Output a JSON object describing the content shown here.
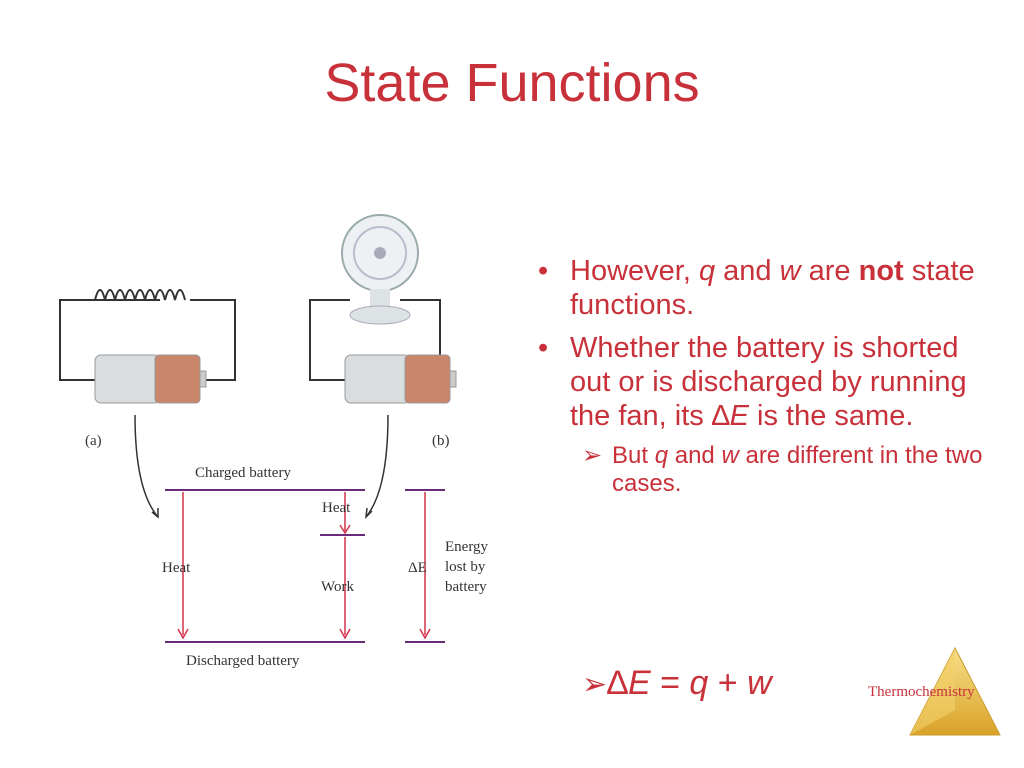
{
  "title": "State Functions",
  "figure": {
    "label_a": "(a)",
    "label_b": "(b)",
    "charged": "Charged battery",
    "discharged": "Discharged battery",
    "heat_left": "Heat",
    "heat_right": "Heat",
    "work": "Work",
    "delta_e_symbol": "ΔE",
    "energy_lost": [
      "Energy",
      "lost by",
      "battery"
    ]
  },
  "bullets": {
    "b1_a": "However,",
    "b1_q": "q",
    "b1_and": "and",
    "b1_w": "w",
    "b1_are": "are",
    "b1_not": "not",
    "b1_rest": "state functions.",
    "b2_a": "Whether the battery is shorted out or is discharged by running the fan, its",
    "b2_delta": "∆",
    "b2_e": "E",
    "b2_rest": "is the same.",
    "sub_but": "But",
    "sub_q": "q",
    "sub_and": "and",
    "sub_w": "w",
    "sub_rest": "are different in the two cases."
  },
  "formula": {
    "delta": "∆",
    "e": "E",
    "eq": "=",
    "q": "q",
    "plus": "+",
    "w": "w"
  },
  "footer": {
    "topic": "Thermochemistry"
  },
  "colors": {
    "accent": "#c8313a",
    "triangle": "#e6b93a"
  }
}
